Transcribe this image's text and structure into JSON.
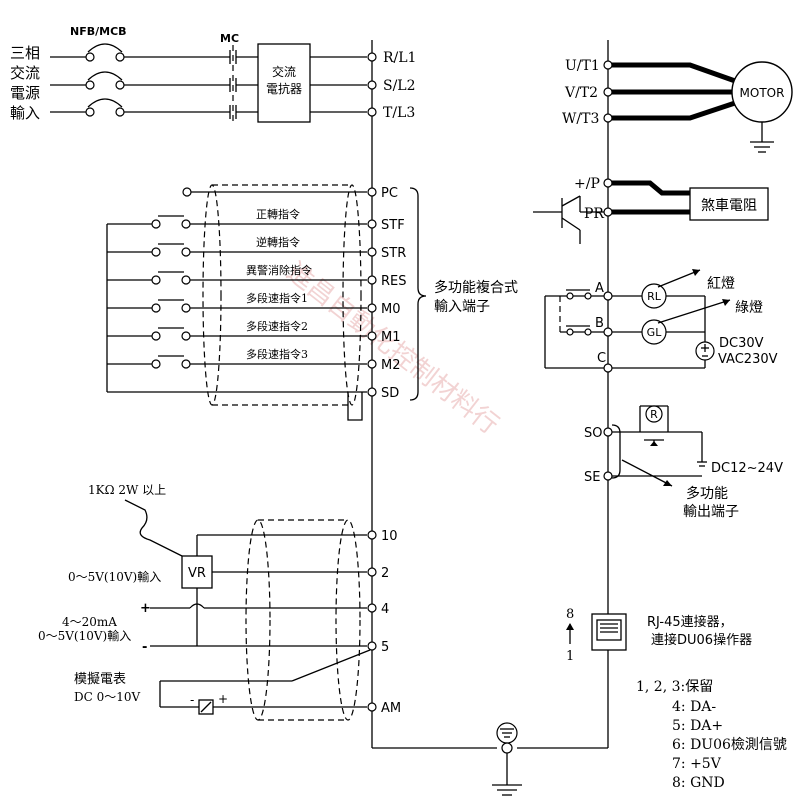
{
  "power_input": {
    "lines": [
      "三相",
      "交流",
      "電源",
      "輸入"
    ],
    "breaker_label": "NFB/MCB",
    "contactor_label": "MC"
  },
  "reactor": {
    "line1": "交流",
    "line2": "電抗器"
  },
  "input_terminals": [
    "R/L1",
    "S/L2",
    "T/L3"
  ],
  "output_terminals": [
    "U/T1",
    "V/T2",
    "W/T3"
  ],
  "motor_label": "MOTOR",
  "brake": {
    "terminals": [
      "+/P",
      "PR"
    ],
    "resistor_label": "煞車電阻"
  },
  "control_terminals": [
    "PC",
    "STF",
    "STR",
    "RES",
    "M0",
    "M1",
    "M2",
    "SD"
  ],
  "commands": [
    "正轉指令",
    "逆轉指令",
    "異警消除指令",
    "多段速指令1",
    "多段速指令2",
    "多段速指令3"
  ],
  "multi_input_label": {
    "line1": "多功能複合式",
    "line2": "輸入端子"
  },
  "relay": {
    "terminals": [
      "A",
      "B",
      "C"
    ],
    "lamps": [
      "RL",
      "GL"
    ],
    "lamp_names": [
      "紅燈",
      "綠燈"
    ],
    "supply_line1": "DC30V",
    "supply_line2": "VAC230V"
  },
  "open_collector": {
    "terminals": [
      "SO",
      "SE"
    ],
    "relay_symbol": "R",
    "supply": "DC12~24V",
    "label_line1": "多功能",
    "label_line2": "輸出端子"
  },
  "analog": {
    "terminals": [
      "10",
      "2",
      "4",
      "5",
      "AM"
    ],
    "resistor_spec": "1KΩ  2W 以上",
    "pot_label": "VR",
    "voltage_input": "0～5V(10V)輸入",
    "current_input_line1": "4～20mA",
    "current_input_line2": "0～5V(10V)輸入",
    "plus": "+",
    "minus": "-",
    "meter_label": "模擬電表",
    "meter_range": "DC 0～10V",
    "meter_minus": "-",
    "meter_plus": "+"
  },
  "rj45": {
    "label_line1": "RJ-45連接器，",
    "label_line2": "連接DU06操作器",
    "pin_top": "8",
    "pin_bottom": "1",
    "pins": [
      "1, 2, 3:保留",
      "4: DA-",
      "5: DA+",
      "6: DU06檢測信號",
      "7: +5V",
      "8: GND"
    ]
  },
  "watermark": "進昌自動化控制材料行",
  "colors": {
    "line": "#000000",
    "watermark": "#e8b0b0"
  }
}
